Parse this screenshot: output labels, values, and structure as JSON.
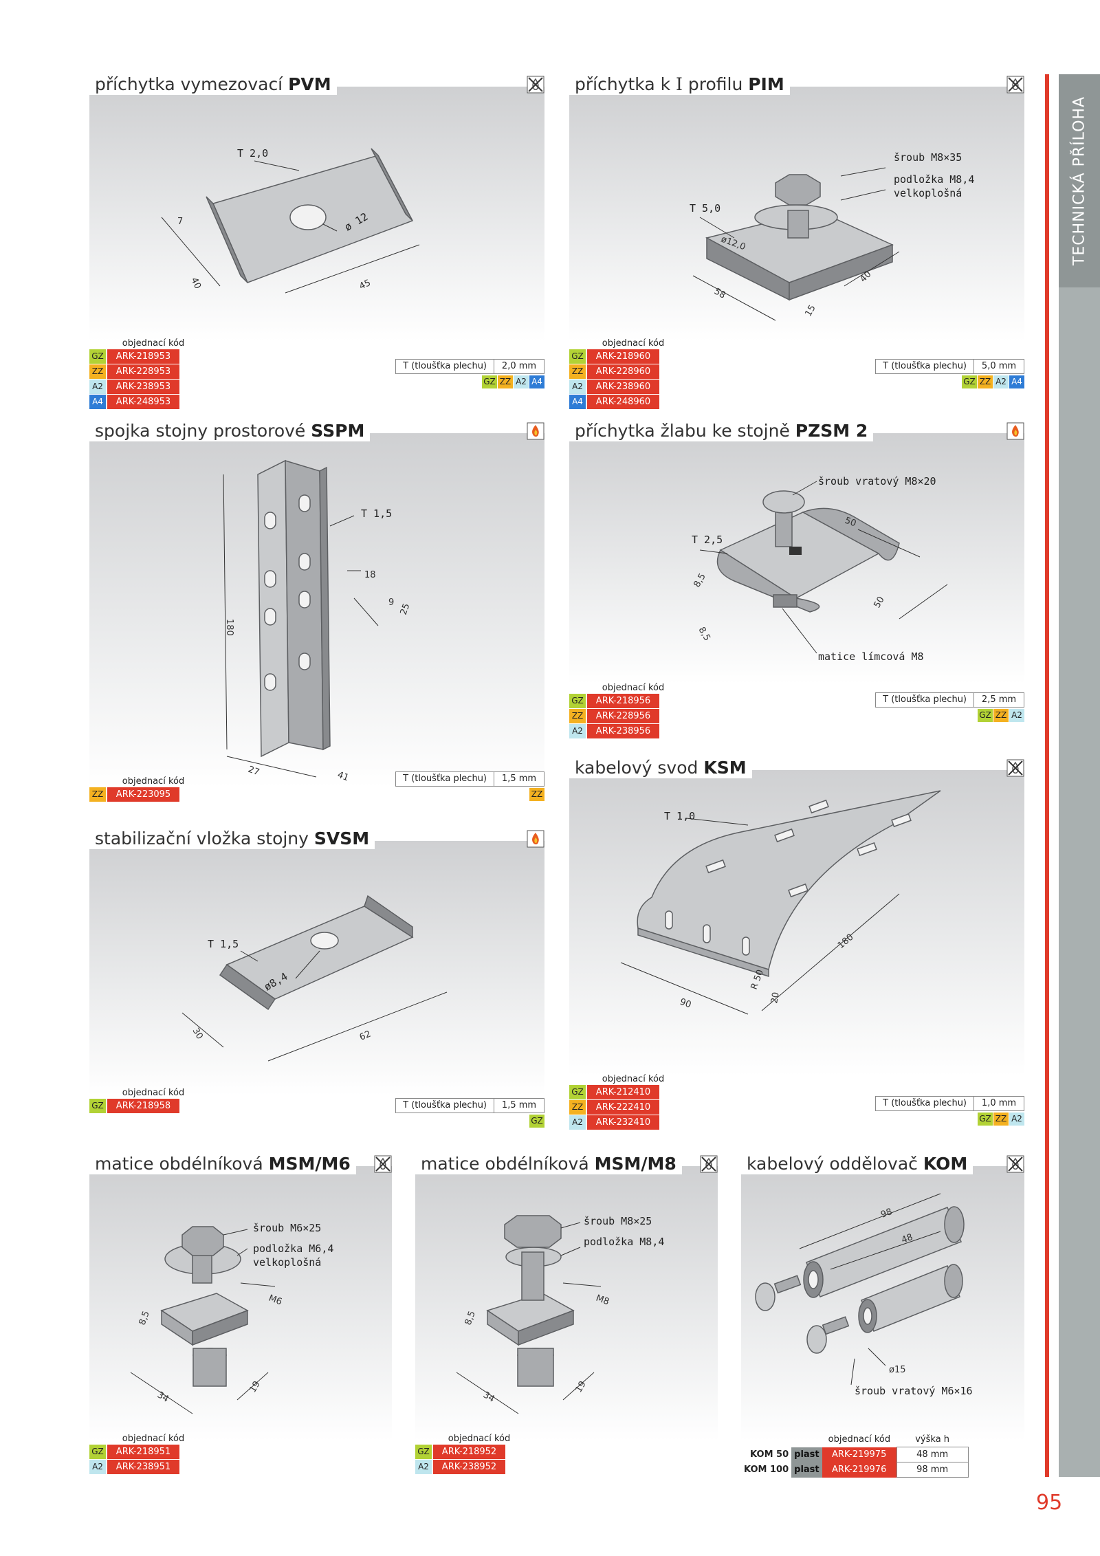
{
  "cards": {
    "pvm": {
      "title_prefix": "příchytka vymezovací ",
      "title_bold": "PVM",
      "badge": "not-fire-icon",
      "callouts": [
        "T 2,0",
        "ø 12",
        "7",
        "40",
        "45"
      ],
      "codes_header": "objednací kód",
      "codes": [
        {
          "mat": "GZ",
          "code": "ARK-218953"
        },
        {
          "mat": "ZZ",
          "code": "ARK-228953"
        },
        {
          "mat": "A2",
          "code": "ARK-238953"
        },
        {
          "mat": "A4",
          "code": "ARK-248953"
        }
      ],
      "spec_label": "T (tloušťka plechu)",
      "spec_value": "2,0 mm",
      "mats": [
        "GZ",
        "ZZ",
        "A2",
        "A4"
      ]
    },
    "pim": {
      "title_prefix": "příchytka k ",
      "title_glyph": "I",
      "title_mid": " profilu ",
      "title_bold": "PIM",
      "badge": "not-fire-icon",
      "callouts": [
        "šroub M8×35",
        "podložka M8,4",
        "velkoplošná",
        "T 5,0",
        "ø12,0",
        "58",
        "40",
        "15"
      ],
      "codes_header": "objednací kód",
      "codes": [
        {
          "mat": "GZ",
          "code": "ARK-218960"
        },
        {
          "mat": "ZZ",
          "code": "ARK-228960"
        },
        {
          "mat": "A2",
          "code": "ARK-238960"
        },
        {
          "mat": "A4",
          "code": "ARK-248960"
        }
      ],
      "spec_label": "T (tloušťka plechu)",
      "spec_value": "5,0 mm",
      "mats": [
        "GZ",
        "ZZ",
        "A2",
        "A4"
      ]
    },
    "sspm": {
      "title_prefix": "spojka stojny prostorové ",
      "title_bold": "SSPM",
      "badge": "fire-icon",
      "callouts": [
        "T 1,5",
        "180",
        "18",
        "9",
        "25",
        "27",
        "41"
      ],
      "codes_header": "objednací kód",
      "codes": [
        {
          "mat": "ZZ",
          "code": "ARK-223095"
        }
      ],
      "spec_label": "T (tloušťka plechu)",
      "spec_value": "1,5 mm",
      "mats": [
        "ZZ"
      ]
    },
    "pzsm": {
      "title_prefix": "příchytka žlabu ke stojně ",
      "title_bold": "PZSM 2",
      "badge": "fire-icon",
      "callouts": [
        "šroub vratový M8×20",
        "T 2,5",
        "50",
        "50",
        "8,5",
        "8,5",
        "matice límcová M8"
      ],
      "codes_header": "objednací kód",
      "codes": [
        {
          "mat": "GZ",
          "code": "ARK-218956"
        },
        {
          "mat": "ZZ",
          "code": "ARK-228956"
        },
        {
          "mat": "A2",
          "code": "ARK-238956"
        }
      ],
      "spec_label": "T (tloušťka plechu)",
      "spec_value": "2,5 mm",
      "mats": [
        "GZ",
        "ZZ",
        "A2"
      ]
    },
    "ksm": {
      "title_prefix": "kabelový svod ",
      "title_bold": "KSM",
      "badge": "not-fire-icon",
      "callouts": [
        "T 1,0",
        "90",
        "180",
        "R 50",
        "20"
      ],
      "codes_header": "objednací kód",
      "codes": [
        {
          "mat": "GZ",
          "code": "ARK-212410"
        },
        {
          "mat": "ZZ",
          "code": "ARK-222410"
        },
        {
          "mat": "A2",
          "code": "ARK-232410"
        }
      ],
      "spec_label": "T (tloušťka plechu)",
      "spec_value": "1,0 mm",
      "mats": [
        "GZ",
        "ZZ",
        "A2"
      ]
    },
    "svsm": {
      "title_prefix": "stabilizační vložka stojny ",
      "title_bold": "SVSM",
      "badge": "fire-icon",
      "callouts": [
        "T 1,5",
        "ø8,4",
        "30",
        "62"
      ],
      "codes_header": "objednací kód",
      "codes": [
        {
          "mat": "GZ",
          "code": "ARK-218958"
        }
      ],
      "spec_label": "T (tloušťka plechu)",
      "spec_value": "1,5 mm",
      "mats": [
        "GZ"
      ]
    },
    "msm6": {
      "title_prefix": "matice obdélníková ",
      "title_bold": "MSM/M6",
      "badge": "not-fire-icon",
      "callouts": [
        "šroub M6×25",
        "podložka M6,4",
        "velkoplošná",
        "M6",
        "34",
        "19",
        "8,5"
      ],
      "codes_header": "objednací kód",
      "codes": [
        {
          "mat": "GZ",
          "code": "ARK-218951"
        },
        {
          "mat": "A2",
          "code": "ARK-238951"
        }
      ]
    },
    "msm8": {
      "title_prefix": "matice obdélníková ",
      "title_bold": "MSM/M8",
      "badge": "not-fire-icon",
      "callouts": [
        "šroub M8×25",
        "podložka M8,4",
        "M8",
        "34",
        "19",
        "8,5"
      ],
      "codes_header": "objednací kód",
      "codes": [
        {
          "mat": "GZ",
          "code": "ARK-218952"
        },
        {
          "mat": "A2",
          "code": "ARK-238952"
        }
      ]
    },
    "kom": {
      "title_prefix": "kabelový oddělovač ",
      "title_bold": "KOM",
      "badge": "not-fire-icon",
      "callouts": [
        "98",
        "48",
        "ø15",
        "šroub vratový M6×16"
      ],
      "codes_header": "objednací kód",
      "height_header": "výška h",
      "rows": [
        {
          "name": "KOM 50",
          "mat": "plast",
          "code": "ARK-219975",
          "h": "48 mm"
        },
        {
          "name": "KOM 100",
          "mat": "plast",
          "code": "ARK-219976",
          "h": "98 mm"
        }
      ]
    }
  },
  "sidebar_label": "TECHNICKÁ PŘÍLOHA",
  "page_number": "95",
  "colors": {
    "accent": "#e03a2a",
    "gz": "#b2d235",
    "zz": "#f4b120",
    "a2": "#bfe6ee",
    "a4": "#2e7cd6"
  }
}
